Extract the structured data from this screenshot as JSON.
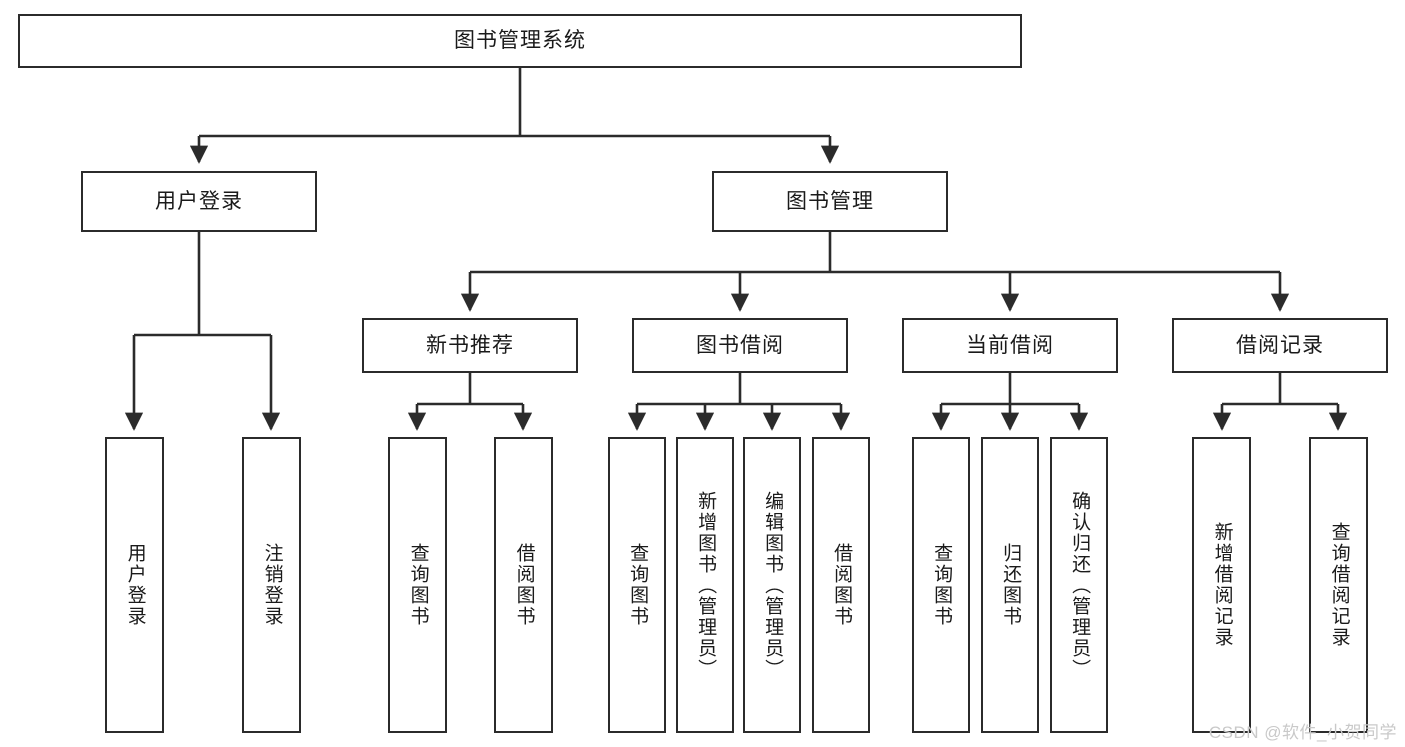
{
  "diagram": {
    "type": "tree",
    "title": "图书管理系统",
    "watermark": "CSDN @软件_小贺同学",
    "colors": {
      "box_border": "#2b2b2b",
      "box_fill": "#ffffff",
      "connector": "#2b2b2b",
      "text": "#1a1a1a",
      "watermark": "#c9c9c9"
    },
    "levels": {
      "root": {
        "label": "图书管理系统"
      },
      "level2": [
        {
          "label": "用户登录"
        },
        {
          "label": "图书管理"
        }
      ],
      "level3": [
        {
          "label": "新书推荐"
        },
        {
          "label": "图书借阅"
        },
        {
          "label": "当前借阅"
        },
        {
          "label": "借阅记录"
        }
      ],
      "leaves": {
        "user_login": [
          {
            "label": "用户登录"
          },
          {
            "label": "注销登录"
          }
        ],
        "new_book_recommend": [
          {
            "label": "查询图书"
          },
          {
            "label": "借阅图书"
          }
        ],
        "book_borrow": [
          {
            "label": "查询图书"
          },
          {
            "label": "新增图书（管理员）"
          },
          {
            "label": "编辑图书（管理员）"
          },
          {
            "label": "借阅图书"
          }
        ],
        "current_borrow": [
          {
            "label": "查询图书"
          },
          {
            "label": "归还图书"
          },
          {
            "label": "确认归还（管理员）"
          }
        ],
        "borrow_records": [
          {
            "label": "新增借阅记录"
          },
          {
            "label": "查询借阅记录"
          }
        ]
      }
    }
  }
}
